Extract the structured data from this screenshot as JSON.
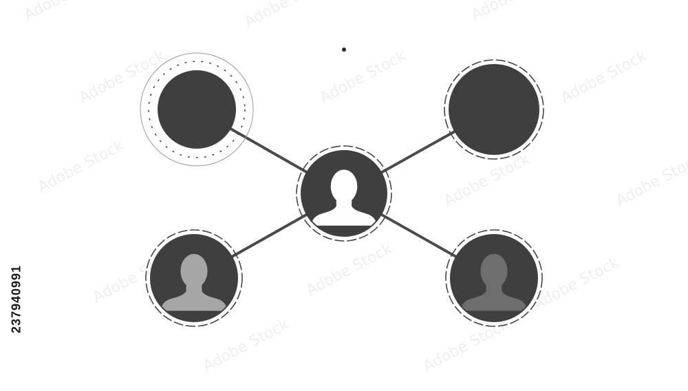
{
  "stock_id": "237940991",
  "watermark_text": "Adobe Stock",
  "colors": {
    "node_fill": "#3f3f3f",
    "connector": "#4a4a4a",
    "silhouette_center": "#ffffff",
    "silhouette_left": "#a6a6a6",
    "silhouette_right": "#6e6e6e",
    "dash_ring": "#444444",
    "halo": "#999999"
  },
  "nodes": [
    {
      "id": "center",
      "kind": "avatar",
      "silhouette": "user-silhouette-icon",
      "tone": "silhouette_center"
    },
    {
      "id": "top-left",
      "kind": "empty",
      "halo": true
    },
    {
      "id": "top-right",
      "kind": "empty"
    },
    {
      "id": "bottom-left",
      "kind": "avatar",
      "silhouette": "user-silhouette-icon",
      "tone": "silhouette_left"
    },
    {
      "id": "bottom-right",
      "kind": "avatar",
      "silhouette": "user-silhouette-icon",
      "tone": "silhouette_right"
    }
  ],
  "edges": [
    [
      "center",
      "top-left"
    ],
    [
      "center",
      "top-right"
    ],
    [
      "center",
      "bottom-left"
    ],
    [
      "center",
      "bottom-right"
    ]
  ]
}
